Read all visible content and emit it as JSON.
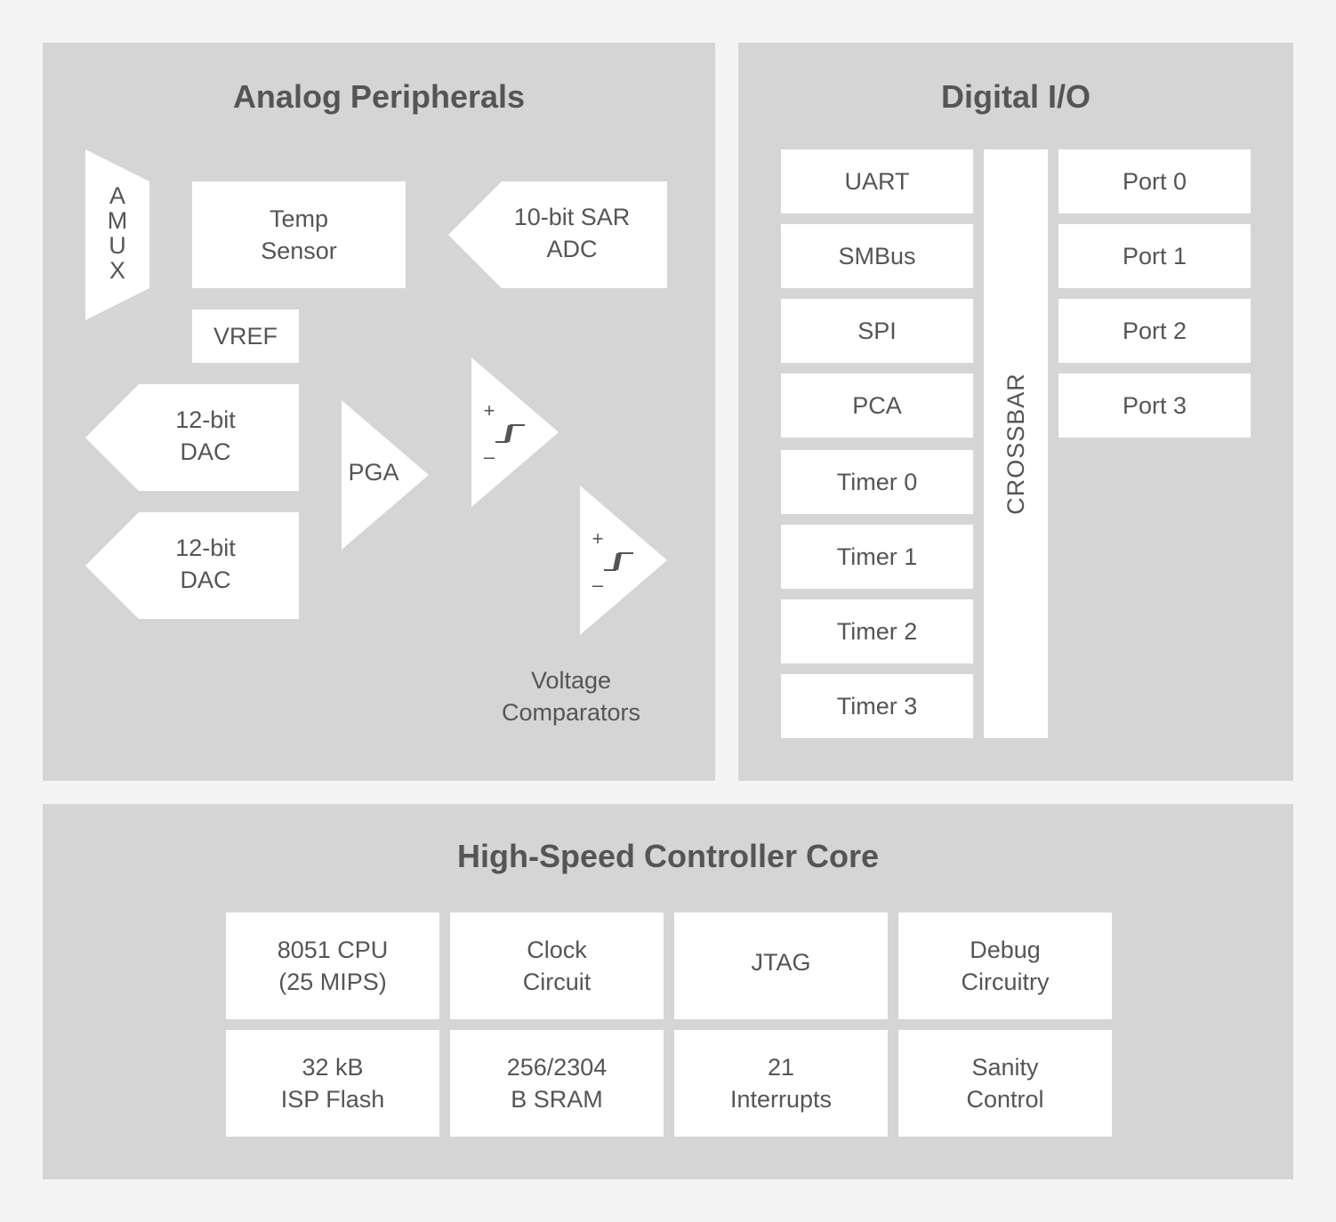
{
  "analog": {
    "title": "Analog Peripherals",
    "amux": [
      "A",
      "M",
      "U",
      "X"
    ],
    "temp_sensor": [
      "Temp",
      "Sensor"
    ],
    "adc": [
      "10-bit SAR",
      "ADC"
    ],
    "vref": "VREF",
    "dac1": [
      "12-bit",
      "DAC"
    ],
    "dac2": [
      "12-bit",
      "DAC"
    ],
    "pga": "PGA",
    "comparator_plus": "+",
    "comparator_minus": "–",
    "comparators_label": [
      "Voltage",
      "Comparators"
    ]
  },
  "digital": {
    "title": "Digital I/O",
    "peripherals": [
      "UART",
      "SMBus",
      "SPI",
      "PCA",
      "Timer 0",
      "Timer 1",
      "Timer 2",
      "Timer 3"
    ],
    "crossbar": "CROSSBAR",
    "ports": [
      "Port 0",
      "Port 1",
      "Port 2",
      "Port 3"
    ]
  },
  "core": {
    "title": "High-Speed Controller Core",
    "blocks": [
      [
        "8051 CPU",
        "(25 MIPS)"
      ],
      [
        "Clock",
        "Circuit"
      ],
      [
        "JTAG"
      ],
      [
        "Debug",
        "Circuitry"
      ],
      [
        "32 kB",
        "ISP Flash"
      ],
      [
        "256/2304",
        "B SRAM"
      ],
      [
        "21",
        "Interrupts"
      ],
      [
        "Sanity",
        "Control"
      ]
    ]
  }
}
